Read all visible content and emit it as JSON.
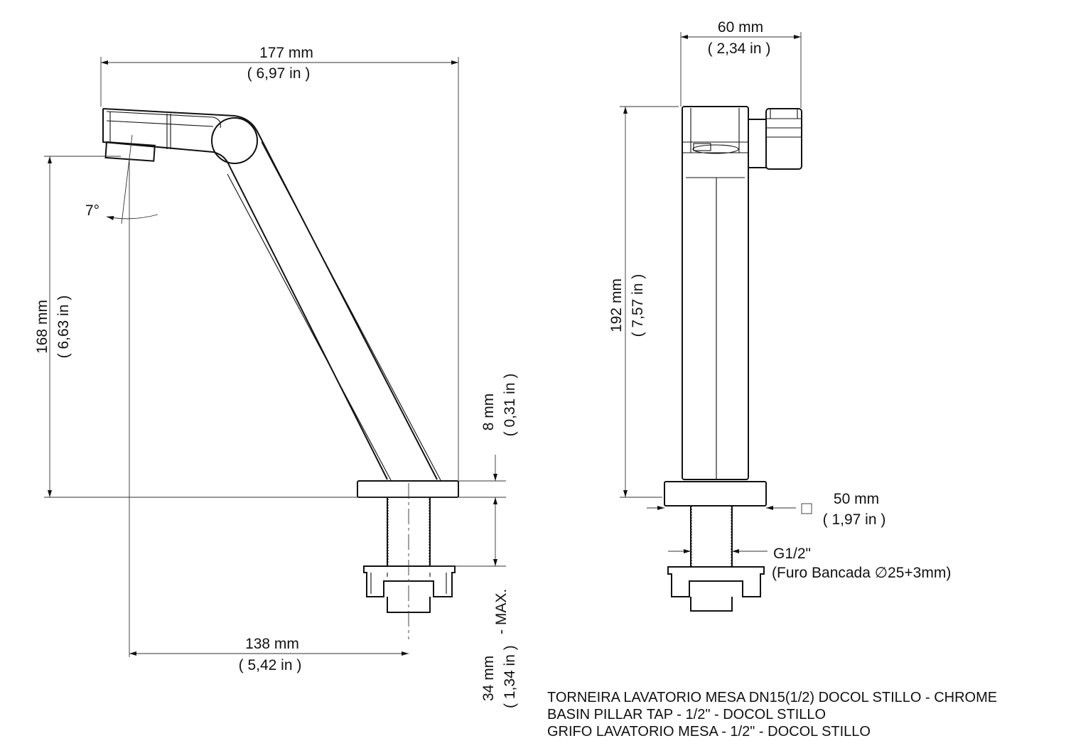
{
  "side_view": {
    "width_total": {
      "mm": "177 mm",
      "in": "( 6,97 in )"
    },
    "height_outlet": {
      "mm": "168 mm",
      "in": "( 6,63 in )"
    },
    "angle": "7°",
    "reach": {
      "mm": "138 mm",
      "in": "( 5,42 in )"
    },
    "base_thickness": {
      "mm": "8 mm",
      "in": "( 0,31 in )"
    },
    "counter_thickness": {
      "mm": "34 mm",
      "max": "- MAX.",
      "in": "( 1,34 in )"
    }
  },
  "front_view": {
    "width": {
      "mm": "60 mm",
      "in": "( 2,34 in )"
    },
    "height": {
      "mm": "192 mm",
      "in": "( 7,57 in )"
    },
    "base_square": {
      "mm": "50 mm",
      "in": "( 1,97 in )"
    },
    "thread": {
      "label": "G1/2\"",
      "note": "(Furo Bancada ∅25+3mm)"
    }
  },
  "title_block": {
    "line1": "TORNEIRA LAVATORIO MESA DN15(1/2) DOCOL STILLO - CHROME",
    "line2": "BASIN PILLAR TAP - 1/2\" - DOCOL STILLO",
    "line3": "GRIFO LAVATORIO MESA - 1/2\" - DOCOL STILLO"
  }
}
